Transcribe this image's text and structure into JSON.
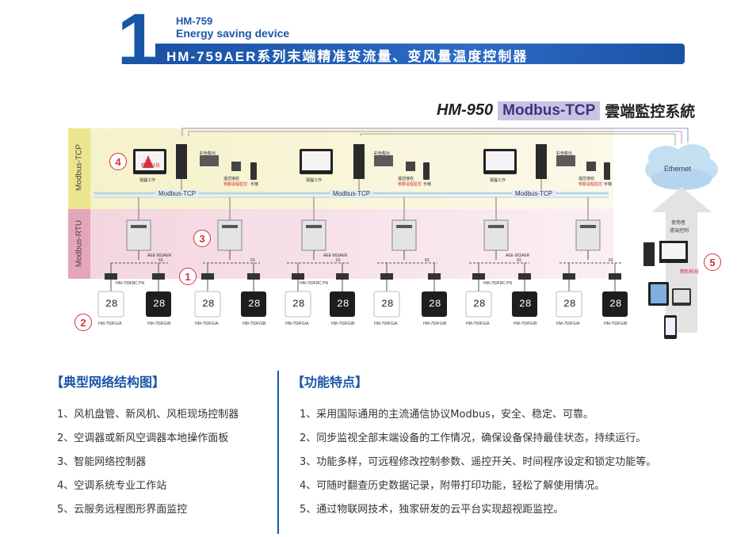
{
  "header": {
    "number": "1",
    "model": "HM-759",
    "subtitle": "Energy saving device",
    "title": "HM-759AER系列末端精准变流量、变风量温度控制器"
  },
  "system_title": {
    "part_a": "HM-950",
    "part_b": "Modbus-TCP",
    "part_c": "雲端監控系統"
  },
  "diagram": {
    "band_tcp_label": "Modbus-TCP",
    "band_rtu_label": "Modbus-RTU",
    "bus_label": "Modbus-TCP",
    "ethernet": "Ethernet",
    "cloud_arrow_text_1": "使用者",
    "cloud_arrow_text_2": "遠端控制",
    "station_screen_text": "精和科技",
    "station_caption": "電腦工作",
    "printer_caption": "彩色輸出",
    "rx_caption": "遙控接收",
    "rx_caption_2": "移動遠程監控",
    "phone_caption": "手機",
    "rtu_device_label": "AEE-963AER",
    "rtu_bus_num": "63",
    "panel_pn": "HM-759FBC PN",
    "panel_white": "HM-759FG/A",
    "panel_black": "HM-759FG/B",
    "panel_display": "28",
    "markers": [
      "1",
      "2",
      "3",
      "4",
      "5"
    ]
  },
  "left_section": {
    "heading": "【典型网络结构图】",
    "items": [
      "1、风机盘管、新风机、风柜现场控制器",
      "2、空调器或新风空调器本地操作面板",
      "3、智能网络控制器",
      "4、空调系统专业工作站",
      "5、云服务远程图形界面监控"
    ]
  },
  "right_section": {
    "heading": "【功能特点】",
    "items": [
      "1、采用国际通用的主流通信协议Modbus，安全、稳定、可靠。",
      "2、同步监视全部末端设备的工作情况，确保设备保持最佳状态，持续运行。",
      "3、功能多样，可远程修改控制参数、遥控开关、时间程序设定和锁定功能等。",
      "4、可随时翻查历史数据记录，附带打印功能，轻松了解使用情况。",
      "5、通过物联网技术，独家研发的云平台实现超视距监控。"
    ]
  },
  "colors": {
    "brand_blue": "#1a56a8",
    "marker_red": "#d6303a",
    "tcp_band": "#f5f1c8",
    "rtu_band": "#f3d4df"
  }
}
